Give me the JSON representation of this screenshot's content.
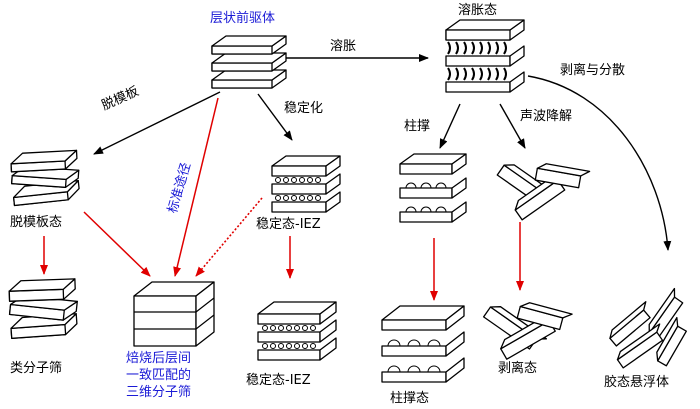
{
  "nodes": {
    "precursor": "层状前驱体",
    "swollen": "溶胀态",
    "delaminated_template": "脱模板态",
    "stabilized_ieZ_1": "稳定态-IEZ",
    "molecular_sieve_like": "类分子筛",
    "calcined_3d": [
      "焙烧后层间",
      "一致匹配的",
      "三维分子筛"
    ],
    "stabilized_ieZ_2": "稳定态-IEZ",
    "pillared": "柱撑态",
    "exfoliated": "剥离态",
    "colloid": "胶态悬浮体"
  },
  "edges": {
    "swelling": "溶胀",
    "detemplating": "脱模板",
    "stabilization": "稳定化",
    "standard_route": "标准途径",
    "pillaring": "柱撑",
    "sonication": "声波降解",
    "exfoliation_dispersion": "剥离与分散"
  },
  "colors": {
    "blue_text": "#1a1ad6",
    "red_arrow": "#e00000",
    "black": "#000000"
  }
}
